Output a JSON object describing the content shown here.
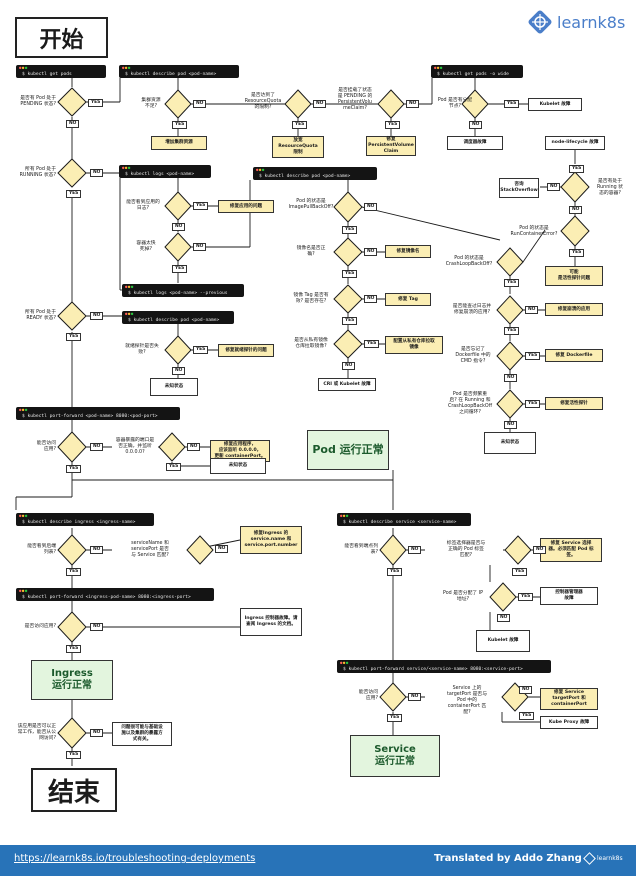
{
  "titles": {
    "start": "开始",
    "end": "结束"
  },
  "logo": {
    "text": "learnk8s",
    "icon": "learnk8s-helm-icon"
  },
  "footer": {
    "url": "https://learnk8s.io/troubleshooting-deployments",
    "translated": "Translated by Addo Zhang",
    "mini_logo": "learnk8s"
  },
  "labels": {
    "yes": "YES",
    "no": "NO"
  },
  "terms": {
    "get_pods": "$ kubectl get pods",
    "describe_pod_1": "$ kubectl describe pod <pod-name>",
    "get_pods_wide": "$ kubectl get pods -o wide",
    "logs": "$ kubectl logs <pod-name>",
    "describe_pod_2": "$ kubectl describe pod <pod-name>",
    "logs_previous": "$ kubectl logs <pod-name> --previous",
    "describe_pod_3": "$ kubectl describe pod <pod-name>",
    "port_forward_pod": "$ kubectl port-forward <pod-name> 8080:<pod-port>",
    "describe_ingress": "$ kubectl describe ingress <ingress-name>",
    "port_forward_ingress": "$ kubectl port-forward <ingress-pod-name> 8080:<ingress-port>",
    "describe_service": "$ kubectl describe service <service-name>",
    "port_forward_service": "$ kubectl port-forward service/<service-name> 8080:<service-port>"
  },
  "questions": {
    "pending": "是否有 Pod 处于\nPENDING 状态?",
    "cluster_full": "集群资源\n不足?",
    "quota": "是否达到了\nResourceQuota\n的限制?",
    "pvc": "是否挂载了状态\n是 PENDING 的\nPersistentVolu\nmeClaim?",
    "assigned_node": "Pod 是否有分配\n节点?",
    "running": "所有 Pod 处于\nRUNNING 状态?",
    "see_logs": "能否看到应用的\n日志?",
    "container_quit": "容器太快\n死掉?",
    "image_pull": "Pod 的状态是\nImagePullBackOff?",
    "image_name": "镜像名是否正\n确?",
    "image_tag": "镜像 Tag 是否有\n效? 是否存在?",
    "private_registry": "是否从私有镜像\n仓库拉取镜像?",
    "crashloop": "Pod 的状态是\nCrashLoopBackOff?",
    "run_container_error": "Pod 的状态是\nRunContainerError?",
    "fix_logs": "是否能查过日志并\n修复崩溃的应用?",
    "cmd_forgot": "是否忘记了\nDockerfile 中的\nCMD 指令?",
    "restart_frequent": "Pod 是否频繁重\n启? 在 Running 和\nCrashLoopBackOff\n之间循环?",
    "ready": "所有 Pod 处于\nREADY 状态?",
    "readiness": "就绪探针是否失\n败?",
    "node_running": "是否有处于\nRunning 状\n态的容器?",
    "access_app": "能否访问\n应用?",
    "exposed_port": "容器暴露的端口是\n否正确，并监听\n0.0.0.0?",
    "see_backend": "能否看到后端\n列表?",
    "service_name_port": "serviceName 和\nservicePort 是否\n与 Service 匹配?",
    "access_ingress": "是否访问应用?",
    "internet_access": "该应用是否可以正\n常工作，能否从公\n网访问?",
    "endpoints": "能否看到端点列\n表?",
    "selector_match": "标签选择器是否与\n正确的 Pod 标签\n匹配?",
    "pod_ip": "Pod 是否分配了 IP\n地址?",
    "access_service": "能否访问\n应用?",
    "target_port": "Service 上的\ntargetPort 是否与\nPod 中的\ncontainerPort 匹\n配?"
  },
  "actions": {
    "add_resources": "增加集群资源",
    "relax_quota": "放宽\nResourceQuota\n限制",
    "fix_pvc": "修复\nPersistentVolume\nClaim",
    "kubelet_issue": "Kubelet 故障",
    "scheduler_issue": "调度器故障",
    "fix_app": "修复应用的问题",
    "fix_image_name": "修复镜像名",
    "fix_tag": "修复 Tag",
    "config_pull_secret": "配置从私有仓库拉取\n镜像",
    "cri_kubelet": "CRI 或 Kubelet 故障",
    "fix_crashing_app": "修复崩溃的应用",
    "fix_dockerfile": "修复 Dockerfile",
    "fix_liveness": "修复活性探针",
    "unknown_state_1": "未知状态",
    "fix_readiness": "修复就绪探针的问题",
    "unknown_state_2": "未知状态",
    "node_lifecycle": "node-lifecycle 故障",
    "stackoverflow": "咨询\nStackOverflow",
    "liveness_issue": "可能\n是活性探针问题",
    "unknown_state_3": "未知状态",
    "fix_port": "修复应用程序，\n应该监听 0.0.0.0，\n更新 containerPort。",
    "pod_ok": "Pod 运行正常",
    "fix_ingress": "修复Ingress 的\nservice.name 和\nservice.port.number",
    "ingress_controller": "Ingress 控制器故障。请\n查阅 Ingress 的文档。",
    "ingress_ok": "Ingress\n运行正常",
    "lb_issue": "问题很可能与基础设\n施以及集群的暴露方\n式有关。",
    "fix_selector": "修复 Service 选择\n器。必须匹配 Pod 标\n签。",
    "controller_manager": "控制器管理器\n故障",
    "kubelet_issue_2": "Kubelet 故障",
    "fix_target_port": "修复 Service\ntargetPort 和\ncontainerPort",
    "kube_proxy": "Kube Proxy 故障",
    "service_ok": "Service\n运行正常"
  }
}
